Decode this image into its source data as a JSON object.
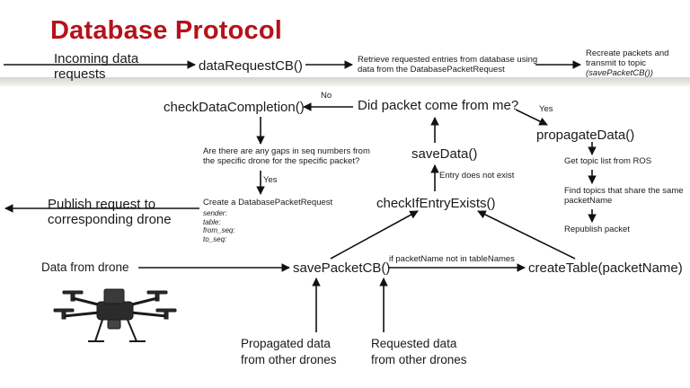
{
  "title": "Database Protocol",
  "nodes": {
    "incoming": "Incoming data requests",
    "data_request_cb": "dataRequestCB()",
    "retrieve": "Retrieve requested entries from database using data from the DatabasePacketRequest",
    "recreate": "Recreate packets and transmit to topic",
    "recreate_topic": "(savePacketCB())",
    "check_completion": "checkDataCompletion()",
    "did_packet": "Did packet come from me?",
    "propagate": "propagateData()",
    "gaps_question": "Are there are any gaps in seq numbers from the specific drone for the specific packet?",
    "save_data": "saveData()",
    "get_topic": "Get topic list from ROS",
    "find_topics": "Find topics that share the same packetName",
    "republish": "Republish packet",
    "publish_request": "Publish request to corresponding drone",
    "create_request": "Create a DatabasePacketRequest",
    "req_fields": [
      "sender:",
      "table:",
      "from_seq:",
      "to_seq:"
    ],
    "check_entry": "checkIfEntryExists()",
    "data_from_drone": "Data from drone",
    "save_packet_cb": "savePacketCB()",
    "create_table": "createTable(packetName)",
    "propagated": "Propagated data from other drones",
    "requested": "Requested data from other drones"
  },
  "edge_labels": {
    "no": "No",
    "yes_right": "Yes",
    "yes_down": "Yes",
    "entry_not_exist": "Entry does not exist",
    "packetname_not_in": "if packetName not in tableNames"
  },
  "colors": {
    "title": "#b5121b",
    "arrow": "#111111"
  }
}
